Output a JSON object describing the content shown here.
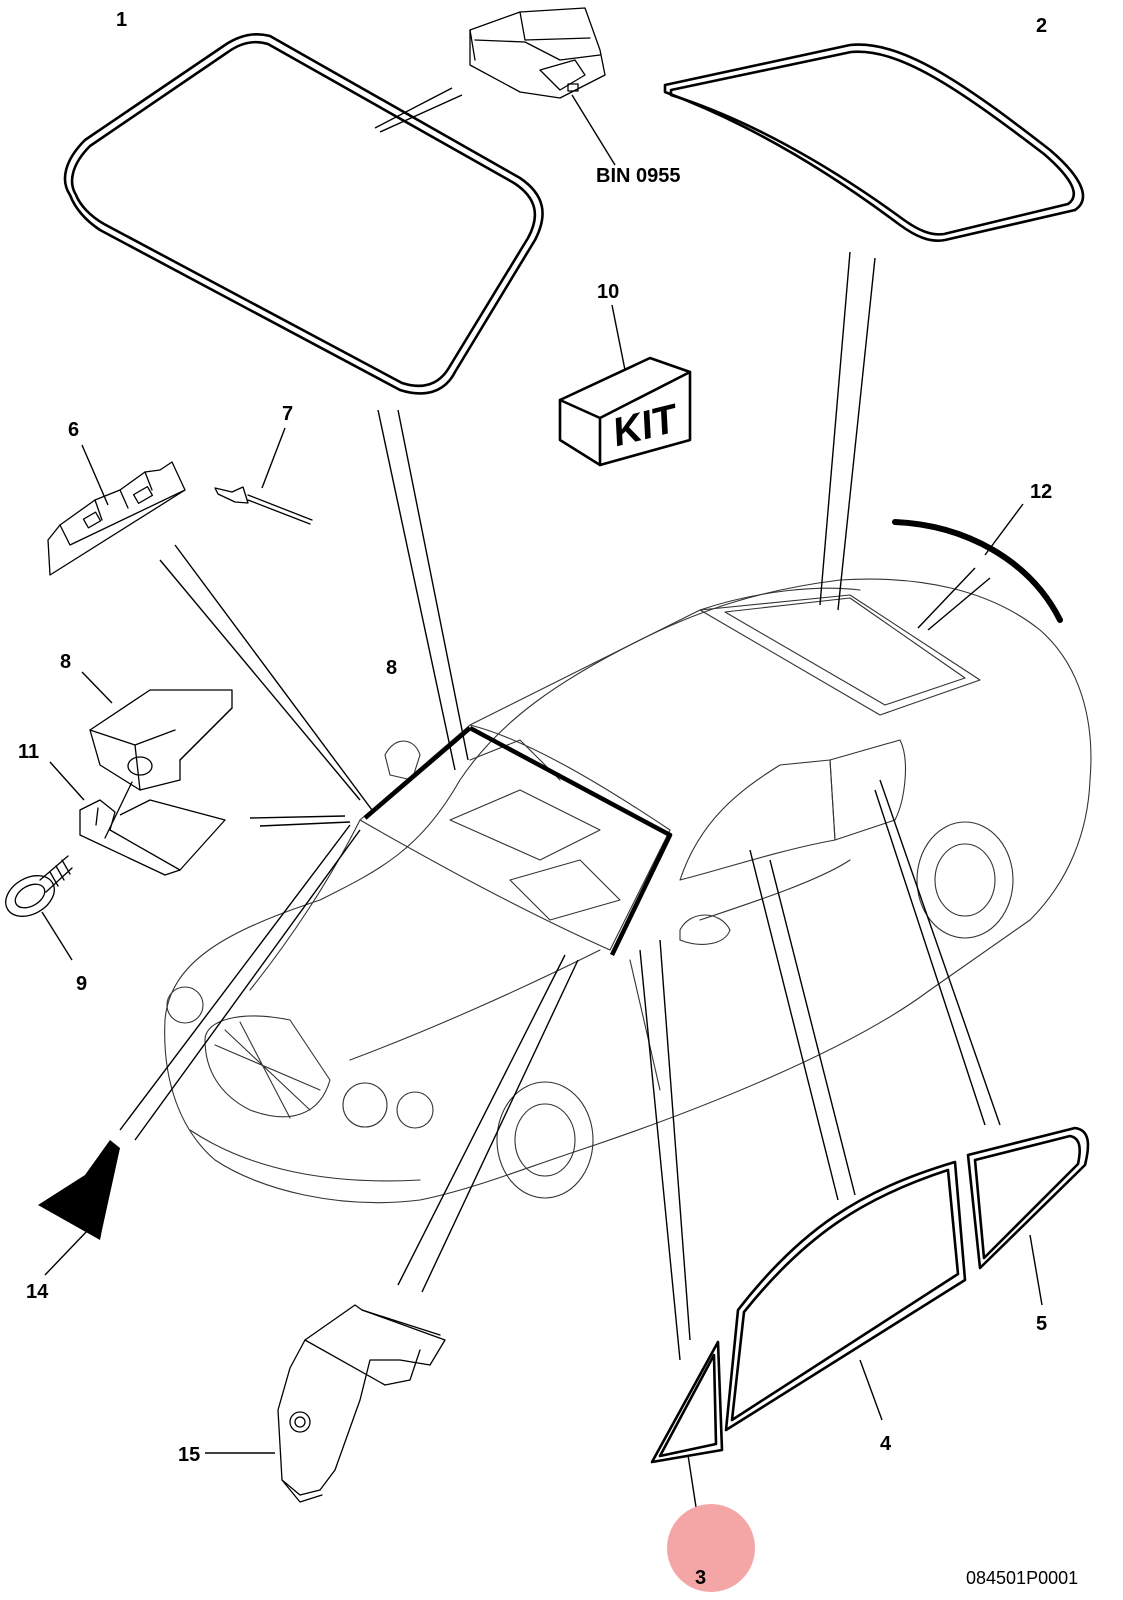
{
  "callouts": {
    "c1": "1",
    "c2": "2",
    "c3": "3",
    "c4": "4",
    "c5": "5",
    "c6": "6",
    "c7": "7",
    "c8a": "8",
    "c8b": "8",
    "c9": "9",
    "c10": "10",
    "c11": "11",
    "c12": "12",
    "c14": "14",
    "c15": "15"
  },
  "bin_label": "BIN 0955",
  "kit_label": "KIT",
  "drawing_ref": "084501P0001",
  "highlight": {
    "callout": "3",
    "color": "#f4a6a6"
  }
}
